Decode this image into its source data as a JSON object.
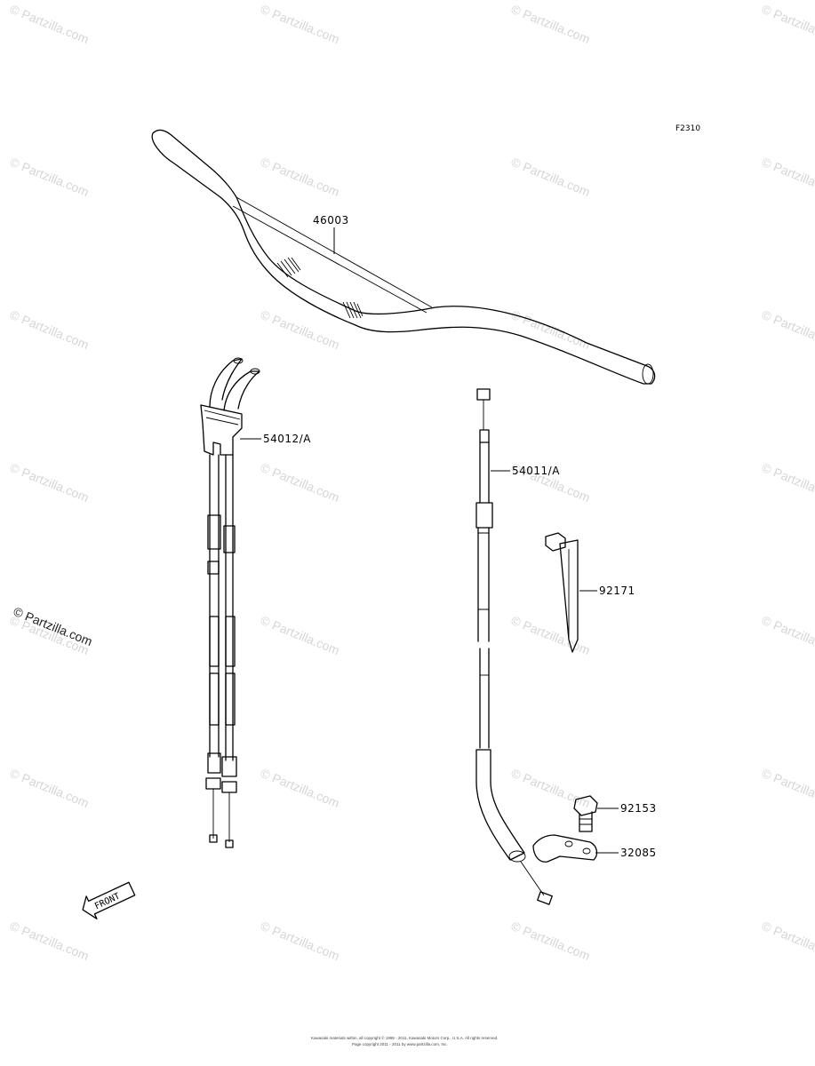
{
  "diagram_code": "F2310",
  "watermark_text": "© Partzilla.com",
  "side_watermark": "© Partzilla.com",
  "front_arrow_label": "FRONT",
  "parts": {
    "handlebar": "46003",
    "throttle_cable": "54012/A",
    "clutch_cable": "54011/A",
    "clamp_pin": "92171",
    "bolt": "92153",
    "bracket": "32085"
  },
  "footer": {
    "line1": "Kawasaki materials within, all copyright © 1995 - 2011, Kawasaki Motors Corp., U.S.A. All rights reserved.",
    "line2": "Page copyright 2011 - 2011 by www.partzilla.com, Inc."
  }
}
